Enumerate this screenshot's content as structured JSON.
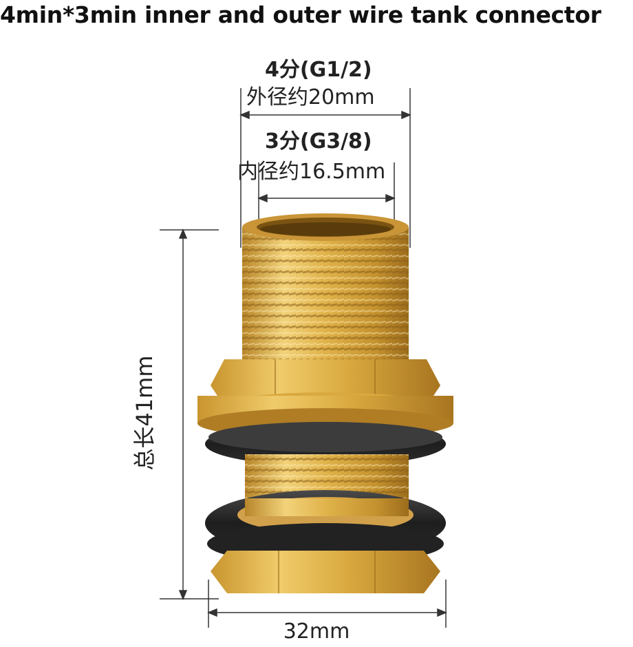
{
  "title": "4min*3min inner and outer wire tank connector",
  "outer": {
    "size": "4分(G1/2)",
    "diameter": "外径约20mm"
  },
  "inner": {
    "size": "3分(G3/8)",
    "diameter": "内径约16.5mm"
  },
  "length": "总长41mm",
  "width": "32mm",
  "colors": {
    "brass": "#d9a93f",
    "brass_dark": "#a87520",
    "gasket": "#2a2a2a",
    "dimension_line": "#333333"
  }
}
